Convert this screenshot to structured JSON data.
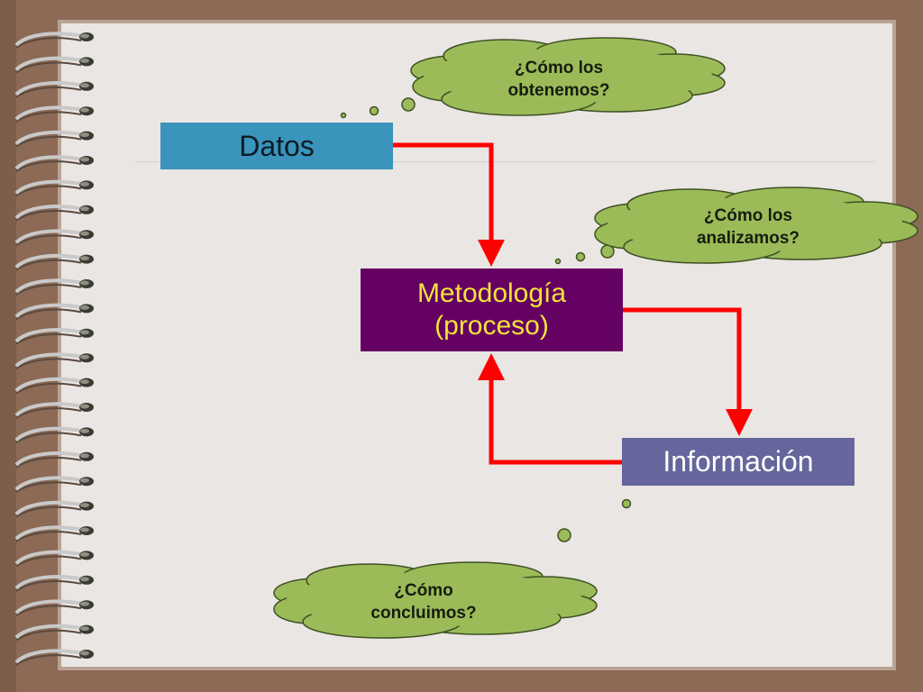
{
  "boxes": {
    "datos": "Datos",
    "metodologia_line1": "Metodología",
    "metodologia_line2": "(proceso)",
    "informacion": "Información"
  },
  "clouds": {
    "obtener_line1": "¿Cómo los",
    "obtener_line2": "obtenemos?",
    "analizar_line1": "¿Cómo los",
    "analizar_line2": "analizamos?",
    "concluir_line1": "¿Cómo",
    "concluir_line2": "concluimos?"
  },
  "colors": {
    "background": "#8c6a55",
    "page": "#eae6e3",
    "datos_box": "#3a94bb",
    "metodologia_box": "#650162",
    "metodologia_text": "#f3e33c",
    "informacion_box": "#65669b",
    "cloud_fill": "#9bbb59",
    "arrow": "#ff0000"
  }
}
